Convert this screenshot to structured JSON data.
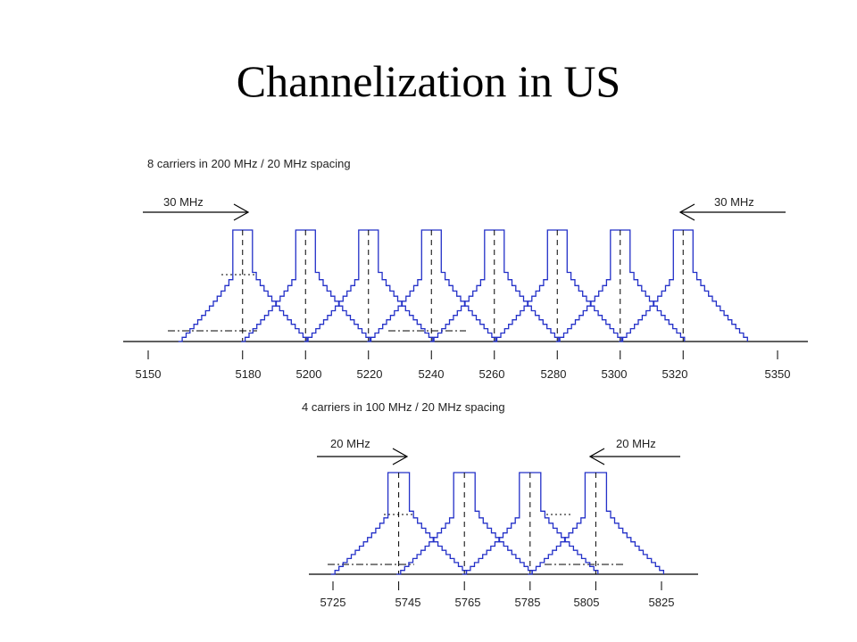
{
  "title": "Channelization in US",
  "panel_top": {
    "caption": "8 carriers in 200 MHz / 20 MHz spacing",
    "left_arrow_label": "30 MHz",
    "right_arrow_label": "30 MHz",
    "band_start": 5150,
    "band_end": 5350,
    "carriers": [
      5180,
      5200,
      5220,
      5240,
      5260,
      5280,
      5300,
      5320
    ],
    "tick_labels": [
      "5150",
      "5180",
      "5200",
      "5220",
      "5240",
      "5260",
      "5280",
      "5300",
      "5320",
      "5350"
    ]
  },
  "panel_bottom": {
    "caption": "4  carriers in 100 MHz  /  20 MHz spacing",
    "left_arrow_label": "20 MHz",
    "right_arrow_label": "20 MHz",
    "band_start": 5725,
    "band_end": 5825,
    "carriers": [
      5745,
      5765,
      5785,
      5805
    ],
    "tick_labels": [
      "5725",
      "5745",
      "5765",
      "5785",
      "5805",
      "5825"
    ]
  },
  "colors": {
    "spectrum": "#2330c8",
    "axis": "#000000"
  }
}
